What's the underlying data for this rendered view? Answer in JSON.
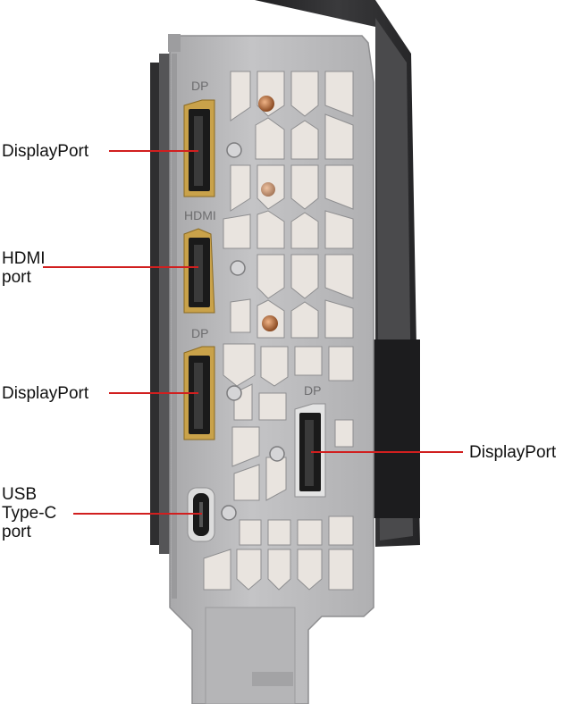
{
  "bracket_labels": {
    "dp_top": "DP",
    "hdmi": "HDMI",
    "dp_middle": "DP",
    "dp_right": "DP"
  },
  "callouts": [
    {
      "id": "displayport-1",
      "text": "DisplayPort"
    },
    {
      "id": "hdmi",
      "text": "HDMI\nport"
    },
    {
      "id": "displayport-2",
      "text": "DisplayPort"
    },
    {
      "id": "usb-c",
      "text": "USB\nType-C\nport"
    },
    {
      "id": "displayport-3",
      "text": "DisplayPort"
    }
  ],
  "colors": {
    "leader_line": "#d11f1f",
    "bracket": "#b9b9bb",
    "bracket_shadow": "#8e8e90",
    "port_gold": "#c9a24a",
    "card_body": "#2b2b2d"
  }
}
